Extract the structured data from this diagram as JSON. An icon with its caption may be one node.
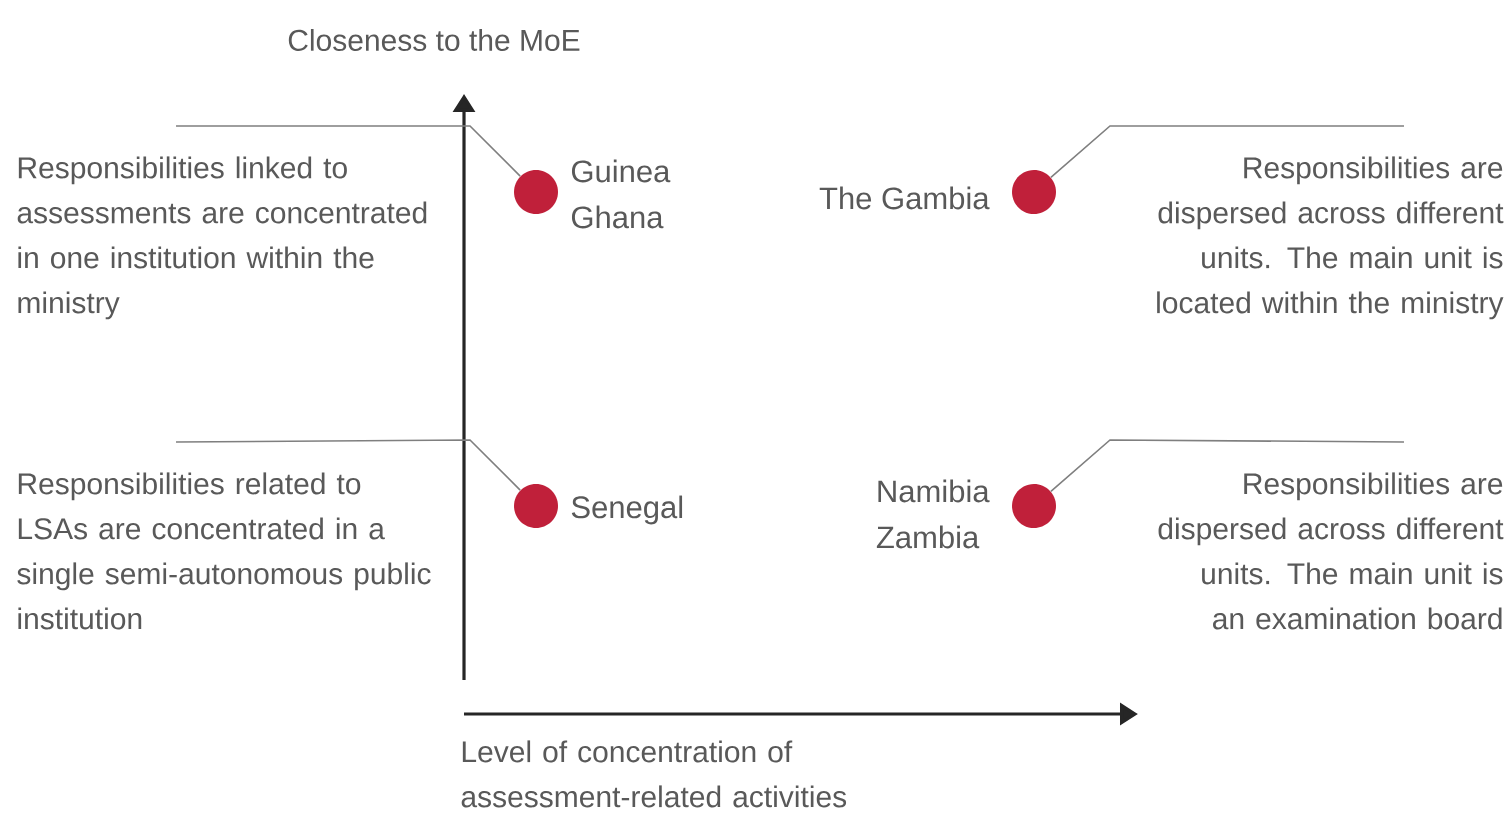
{
  "diagram": {
    "nodes": [
      {
        "text": [
          "Responsibilities linked to assessments are concentrated in one institution within the ministry"
        ]
      },
      {
        "text": [],
        "shape": "circle",
        "beside": [
          "Guinea",
          "Ghana"
        ]
      },
      {
        "text": [],
        "shape": "circle",
        "beside": [
          "The Gambia"
        ]
      },
      {
        "text": [
          "Responsibilities are dispersed across different units. The main unit is located within the ministry"
        ]
      },
      {
        "text": [
          "Responsibilities related to LSAs are concentrated in a single semi-autonomous public institution"
        ]
      },
      {
        "text": [],
        "shape": "circle",
        "beside": [
          "Senegal"
        ]
      },
      {
        "text": [],
        "shape": "circle",
        "beside": [
          "Namibia",
          "Zambia"
        ]
      },
      {
        "text": [
          "Responsibilities are dispersed across different units. The main unit is an examination board"
        ]
      }
    ],
    "edges": [
      {
        "from": 0,
        "to": 1,
        "arrow": "none"
      },
      {
        "from": 3,
        "to": 2,
        "arrow": "none"
      },
      {
        "from": 4,
        "to": 5,
        "arrow": "none"
      },
      {
        "from": 7,
        "to": 6,
        "arrow": "none"
      }
    ],
    "labels": [
      "Closeness to the MoE",
      "Level of concentration of assessment-related activities"
    ]
  }
}
